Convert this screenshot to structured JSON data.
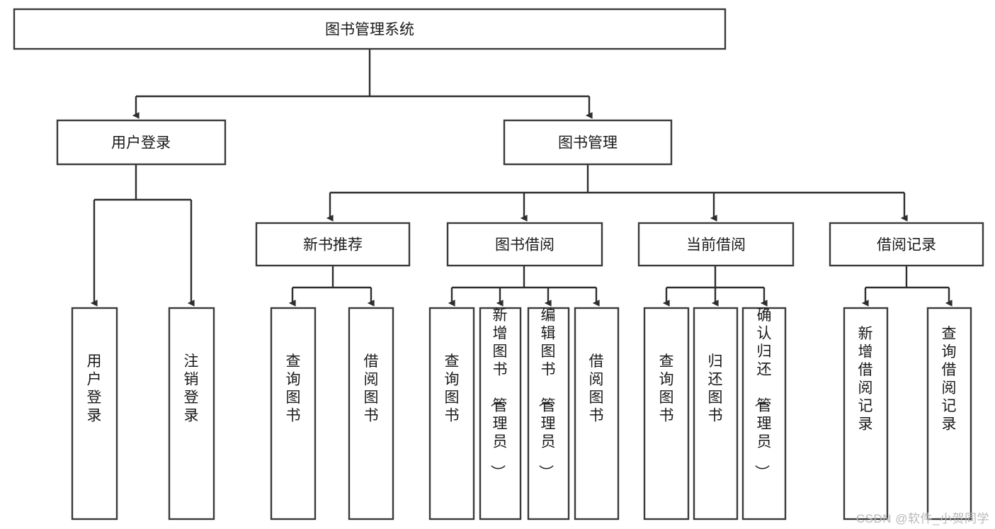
{
  "diagram": {
    "type": "tree-hierarchy",
    "title": "图书管理系统",
    "root": {
      "label": "图书管理系统"
    },
    "level1": [
      {
        "label": "用户登录"
      },
      {
        "label": "图书管理"
      }
    ],
    "level2": [
      {
        "label": "新书推荐"
      },
      {
        "label": "图书借阅"
      },
      {
        "label": "当前借阅"
      },
      {
        "label": "借阅记录"
      }
    ],
    "leaves": {
      "user_login": [
        {
          "label": "用户登录"
        },
        {
          "label": "注销登录"
        }
      ],
      "new_book_recommend": [
        {
          "label": "查询图书"
        },
        {
          "label": "借阅图书"
        }
      ],
      "book_borrow": [
        {
          "label": "查询图书"
        },
        {
          "label": "新增图书（管理员）"
        },
        {
          "label": "编辑图书（管理员）"
        },
        {
          "label": "借阅图书"
        }
      ],
      "current_borrow": [
        {
          "label": "查询图书"
        },
        {
          "label": "归还图书"
        },
        {
          "label": "确认归还（管理员）"
        }
      ],
      "borrow_record": [
        {
          "label": "新增借阅记录"
        },
        {
          "label": "查询借阅记录"
        }
      ]
    }
  },
  "watermark": {
    "text": "CSDN @软件_小贺同学"
  },
  "colors": {
    "box_stroke": "#3a3a3a",
    "edge": "#2e2e2e",
    "background": "#ffffff",
    "text": "#1a1a1a",
    "watermark": "#b9b9b9"
  }
}
